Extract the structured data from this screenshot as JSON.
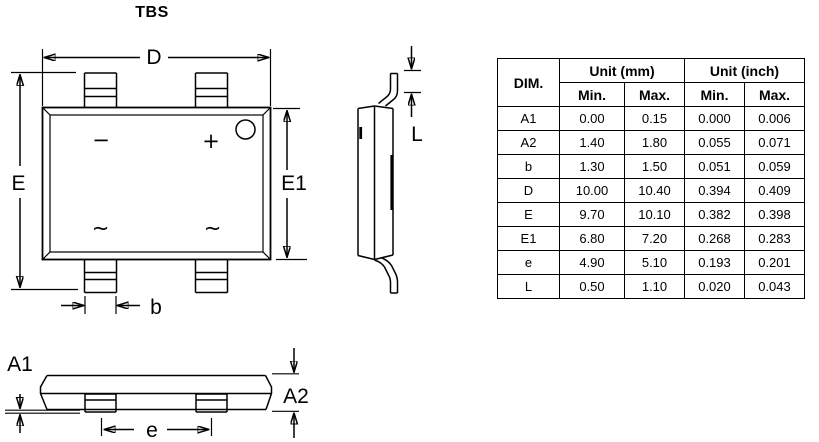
{
  "title": "TBS",
  "drawing": {
    "line_color": "#000000",
    "background": "#ffffff",
    "labels": {
      "D": "D",
      "E": "E",
      "E1": "E1",
      "b": "b",
      "L": "L",
      "A1": "A1",
      "A2": "A2",
      "e": "e"
    },
    "symbols": {
      "minus": "−",
      "plus": "+",
      "ac1": "∼",
      "ac2": "∼"
    }
  },
  "table": {
    "header": {
      "dim": "DIM.",
      "unit_mm": "Unit (mm)",
      "unit_inch": "Unit (inch)"
    },
    "subheader": [
      "Min.",
      "Max.",
      "Min.",
      "Max."
    ],
    "rows": [
      {
        "dim": "A1",
        "mm_min": "0.00",
        "mm_max": "0.15",
        "inch_min": "0.000",
        "inch_max": "0.006"
      },
      {
        "dim": "A2",
        "mm_min": "1.40",
        "mm_max": "1.80",
        "inch_min": "0.055",
        "inch_max": "0.071"
      },
      {
        "dim": "b",
        "mm_min": "1.30",
        "mm_max": "1.50",
        "inch_min": "0.051",
        "inch_max": "0.059"
      },
      {
        "dim": "D",
        "mm_min": "10.00",
        "mm_max": "10.40",
        "inch_min": "0.394",
        "inch_max": "0.409"
      },
      {
        "dim": "E",
        "mm_min": "9.70",
        "mm_max": "10.10",
        "inch_min": "0.382",
        "inch_max": "0.398"
      },
      {
        "dim": "E1",
        "mm_min": "6.80",
        "mm_max": "7.20",
        "inch_min": "0.268",
        "inch_max": "0.283"
      },
      {
        "dim": "e",
        "mm_min": "4.90",
        "mm_max": "5.10",
        "inch_min": "0.193",
        "inch_max": "0.201"
      },
      {
        "dim": "L",
        "mm_min": "0.50",
        "mm_max": "1.10",
        "inch_min": "0.020",
        "inch_max": "0.043"
      }
    ]
  }
}
